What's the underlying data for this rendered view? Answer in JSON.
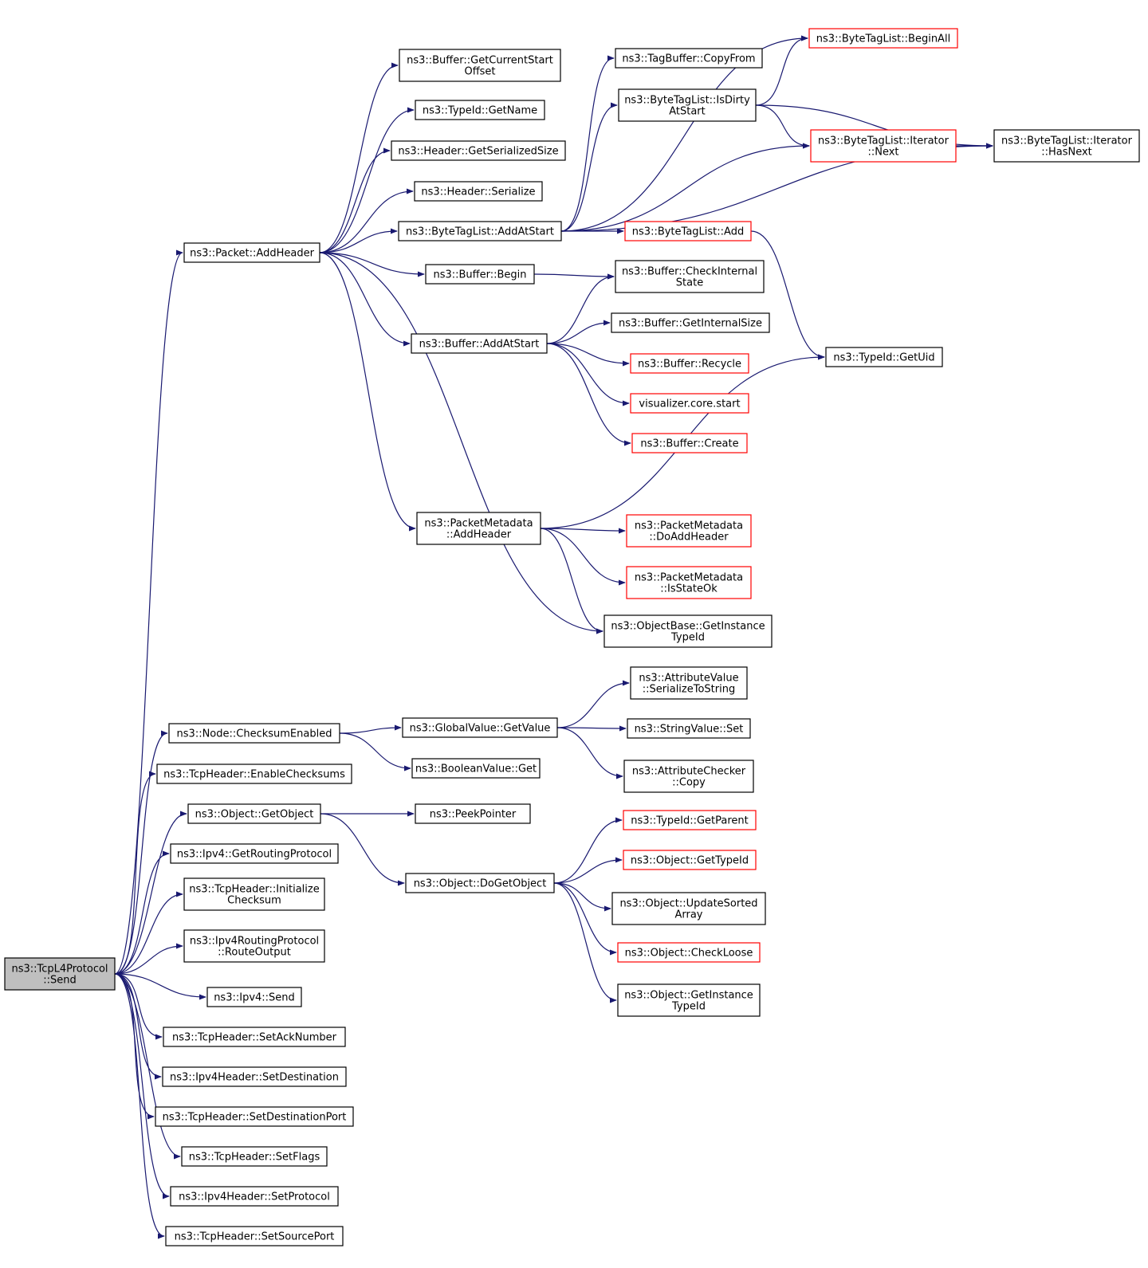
{
  "graph": {
    "nodes": [
      {
        "id": "root",
        "lines": [
          "ns3::TcpL4Protocol",
          "::Send"
        ],
        "style": "root"
      },
      {
        "id": "pkt_addheader",
        "lines": [
          "ns3::Packet::AddHeader"
        ],
        "style": "black"
      },
      {
        "id": "buf_getcurrentstart",
        "lines": [
          "ns3::Buffer::GetCurrentStart",
          "Offset"
        ],
        "style": "black"
      },
      {
        "id": "typeid_getname",
        "lines": [
          "ns3::TypeId::GetName"
        ],
        "style": "black"
      },
      {
        "id": "hdr_getserializedsize",
        "lines": [
          "ns3::Header::GetSerializedSize"
        ],
        "style": "black"
      },
      {
        "id": "hdr_serialize",
        "lines": [
          "ns3::Header::Serialize"
        ],
        "style": "black"
      },
      {
        "id": "btl_addatstart",
        "lines": [
          "ns3::ByteTagList::AddAtStart"
        ],
        "style": "black"
      },
      {
        "id": "buf_begin",
        "lines": [
          "ns3::Buffer::Begin"
        ],
        "style": "black"
      },
      {
        "id": "buf_addatstart",
        "lines": [
          "ns3::Buffer::AddAtStart"
        ],
        "style": "black"
      },
      {
        "id": "pm_addheader",
        "lines": [
          "ns3::PacketMetadata",
          "::AddHeader"
        ],
        "style": "black"
      },
      {
        "id": "ob_getinstancetypeid",
        "lines": [
          "ns3::ObjectBase::GetInstance",
          "TypeId"
        ],
        "style": "black"
      },
      {
        "id": "btl_beginall",
        "lines": [
          "ns3::ByteTagList::BeginAll"
        ],
        "style": "red"
      },
      {
        "id": "tagbuf_copyfrom",
        "lines": [
          "ns3::TagBuffer::CopyFrom"
        ],
        "style": "black"
      },
      {
        "id": "btl_isdirty",
        "lines": [
          "ns3::ByteTagList::IsDirty",
          "AtStart"
        ],
        "style": "black"
      },
      {
        "id": "btl_iter_next",
        "lines": [
          "ns3::ByteTagList::Iterator",
          "::Next"
        ],
        "style": "red"
      },
      {
        "id": "btl_iter_hasnext",
        "lines": [
          "ns3::ByteTagList::Iterator",
          "::HasNext"
        ],
        "style": "black"
      },
      {
        "id": "btl_add",
        "lines": [
          "ns3::ByteTagList::Add"
        ],
        "style": "red"
      },
      {
        "id": "buf_checkinternal",
        "lines": [
          "ns3::Buffer::CheckInternal",
          "State"
        ],
        "style": "black"
      },
      {
        "id": "buf_getinternalsize",
        "lines": [
          "ns3::Buffer::GetInternalSize"
        ],
        "style": "black"
      },
      {
        "id": "buf_recycle",
        "lines": [
          "ns3::Buffer::Recycle"
        ],
        "style": "red"
      },
      {
        "id": "vis_core_start",
        "lines": [
          "visualizer.core.start"
        ],
        "style": "red"
      },
      {
        "id": "buf_create",
        "lines": [
          "ns3::Buffer::Create"
        ],
        "style": "red"
      },
      {
        "id": "typeid_getuid",
        "lines": [
          "ns3::TypeId::GetUid"
        ],
        "style": "black"
      },
      {
        "id": "pm_doaddheader",
        "lines": [
          "ns3::PacketMetadata",
          "::DoAddHeader"
        ],
        "style": "red"
      },
      {
        "id": "pm_isstateok",
        "lines": [
          "ns3::PacketMetadata",
          "::IsStateOk"
        ],
        "style": "red"
      },
      {
        "id": "node_checksumenabled",
        "lines": [
          "ns3::Node::ChecksumEnabled"
        ],
        "style": "black"
      },
      {
        "id": "gv_getvalue",
        "lines": [
          "ns3::GlobalValue::GetValue"
        ],
        "style": "black"
      },
      {
        "id": "boolval_get",
        "lines": [
          "ns3::BooleanValue::Get"
        ],
        "style": "black"
      },
      {
        "id": "attrval_serialize",
        "lines": [
          "ns3::AttributeValue",
          "::SerializeToString"
        ],
        "style": "black"
      },
      {
        "id": "strval_set",
        "lines": [
          "ns3::StringValue::Set"
        ],
        "style": "black"
      },
      {
        "id": "attrchecker_copy",
        "lines": [
          "ns3::AttributeChecker",
          "::Copy"
        ],
        "style": "black"
      },
      {
        "id": "tcph_enablechecksums",
        "lines": [
          "ns3::TcpHeader::EnableChecksums"
        ],
        "style": "black"
      },
      {
        "id": "obj_getobject",
        "lines": [
          "ns3::Object::GetObject"
        ],
        "style": "black"
      },
      {
        "id": "peekpointer",
        "lines": [
          "ns3::PeekPointer"
        ],
        "style": "black"
      },
      {
        "id": "obj_dogetobject",
        "lines": [
          "ns3::Object::DoGetObject"
        ],
        "style": "black"
      },
      {
        "id": "typeid_getparent",
        "lines": [
          "ns3::TypeId::GetParent"
        ],
        "style": "red"
      },
      {
        "id": "obj_gettypeid",
        "lines": [
          "ns3::Object::GetTypeId"
        ],
        "style": "red"
      },
      {
        "id": "obj_updatesorted",
        "lines": [
          "ns3::Object::UpdateSorted",
          "Array"
        ],
        "style": "black"
      },
      {
        "id": "obj_checkloose",
        "lines": [
          "ns3::Object::CheckLoose"
        ],
        "style": "red"
      },
      {
        "id": "obj_getinstancetypeid",
        "lines": [
          "ns3::Object::GetInstance",
          "TypeId"
        ],
        "style": "black"
      },
      {
        "id": "ipv4_getrouting",
        "lines": [
          "ns3::Ipv4::GetRoutingProtocol"
        ],
        "style": "black"
      },
      {
        "id": "tcph_initchecksum",
        "lines": [
          "ns3::TcpHeader::Initialize",
          "Checksum"
        ],
        "style": "black"
      },
      {
        "id": "ipv4rp_routeoutput",
        "lines": [
          "ns3::Ipv4RoutingProtocol",
          "::RouteOutput"
        ],
        "style": "black"
      },
      {
        "id": "ipv4_send",
        "lines": [
          "ns3::Ipv4::Send"
        ],
        "style": "black"
      },
      {
        "id": "tcph_setack",
        "lines": [
          "ns3::TcpHeader::SetAckNumber"
        ],
        "style": "black"
      },
      {
        "id": "ipv4h_setdest",
        "lines": [
          "ns3::Ipv4Header::SetDestination"
        ],
        "style": "black"
      },
      {
        "id": "tcph_setdestport",
        "lines": [
          "ns3::TcpHeader::SetDestinationPort"
        ],
        "style": "black"
      },
      {
        "id": "tcph_setflags",
        "lines": [
          "ns3::TcpHeader::SetFlags"
        ],
        "style": "black"
      },
      {
        "id": "ipv4h_setproto",
        "lines": [
          "ns3::Ipv4Header::SetProtocol"
        ],
        "style": "black"
      },
      {
        "id": "tcph_setsrcport",
        "lines": [
          "ns3::TcpHeader::SetSourcePort"
        ],
        "style": "black"
      }
    ],
    "edges": [
      [
        "root",
        "pkt_addheader"
      ],
      [
        "root",
        "node_checksumenabled"
      ],
      [
        "root",
        "tcph_enablechecksums"
      ],
      [
        "root",
        "obj_getobject"
      ],
      [
        "root",
        "ipv4_getrouting"
      ],
      [
        "root",
        "tcph_initchecksum"
      ],
      [
        "root",
        "ipv4rp_routeoutput"
      ],
      [
        "root",
        "ipv4_send"
      ],
      [
        "root",
        "tcph_setack"
      ],
      [
        "root",
        "ipv4h_setdest"
      ],
      [
        "root",
        "tcph_setdestport"
      ],
      [
        "root",
        "tcph_setflags"
      ],
      [
        "root",
        "ipv4h_setproto"
      ],
      [
        "root",
        "tcph_setsrcport"
      ],
      [
        "pkt_addheader",
        "buf_getcurrentstart"
      ],
      [
        "pkt_addheader",
        "typeid_getname"
      ],
      [
        "pkt_addheader",
        "hdr_getserializedsize"
      ],
      [
        "pkt_addheader",
        "hdr_serialize"
      ],
      [
        "pkt_addheader",
        "btl_addatstart"
      ],
      [
        "pkt_addheader",
        "buf_begin"
      ],
      [
        "pkt_addheader",
        "buf_addatstart"
      ],
      [
        "pkt_addheader",
        "pm_addheader"
      ],
      [
        "pkt_addheader",
        "ob_getinstancetypeid"
      ],
      [
        "btl_addatstart",
        "btl_beginall"
      ],
      [
        "btl_addatstart",
        "tagbuf_copyfrom"
      ],
      [
        "btl_addatstart",
        "btl_isdirty"
      ],
      [
        "btl_addatstart",
        "btl_iter_next"
      ],
      [
        "btl_addatstart",
        "btl_iter_hasnext"
      ],
      [
        "btl_addatstart",
        "btl_add"
      ],
      [
        "btl_isdirty",
        "btl_beginall"
      ],
      [
        "btl_isdirty",
        "btl_iter_next"
      ],
      [
        "btl_isdirty",
        "btl_iter_hasnext"
      ],
      [
        "btl_iter_next",
        "btl_iter_hasnext"
      ],
      [
        "btl_add",
        "typeid_getuid"
      ],
      [
        "buf_begin",
        "buf_checkinternal"
      ],
      [
        "buf_addatstart",
        "buf_checkinternal"
      ],
      [
        "buf_addatstart",
        "buf_getinternalsize"
      ],
      [
        "buf_addatstart",
        "buf_recycle"
      ],
      [
        "buf_addatstart",
        "vis_core_start"
      ],
      [
        "buf_addatstart",
        "buf_create"
      ],
      [
        "pm_addheader",
        "typeid_getuid"
      ],
      [
        "pm_addheader",
        "pm_doaddheader"
      ],
      [
        "pm_addheader",
        "pm_isstateok"
      ],
      [
        "pm_addheader",
        "ob_getinstancetypeid"
      ],
      [
        "node_checksumenabled",
        "gv_getvalue"
      ],
      [
        "node_checksumenabled",
        "boolval_get"
      ],
      [
        "gv_getvalue",
        "attrval_serialize"
      ],
      [
        "gv_getvalue",
        "strval_set"
      ],
      [
        "gv_getvalue",
        "attrchecker_copy"
      ],
      [
        "obj_getobject",
        "peekpointer"
      ],
      [
        "obj_getobject",
        "obj_dogetobject"
      ],
      [
        "obj_dogetobject",
        "typeid_getparent"
      ],
      [
        "obj_dogetobject",
        "obj_gettypeid"
      ],
      [
        "obj_dogetobject",
        "obj_updatesorted"
      ],
      [
        "obj_dogetobject",
        "obj_checkloose"
      ],
      [
        "obj_dogetobject",
        "obj_getinstancetypeid"
      ]
    ]
  }
}
